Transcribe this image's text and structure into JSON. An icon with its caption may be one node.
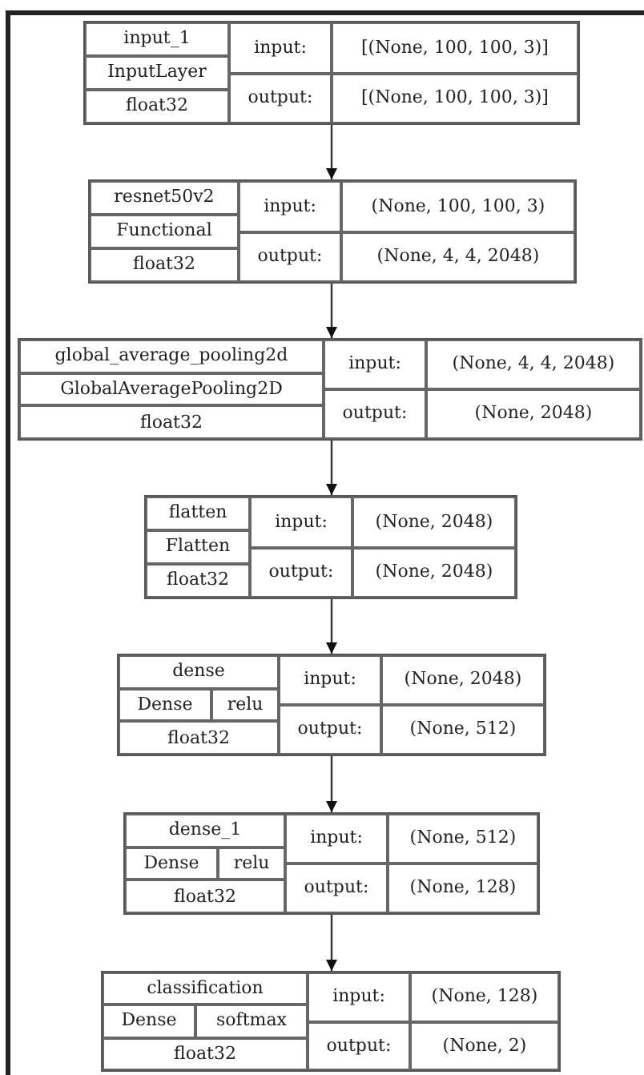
{
  "diagram": {
    "nodes": [
      {
        "text": [
          "input_1",
          "InputLayer",
          "float32",
          "input:",
          "[(None, 100, 100, 3)]",
          "output:",
          "[(None, 100, 100, 3)]"
        ]
      },
      {
        "text": [
          "resnet50v2",
          "Functional",
          "float32",
          "input:",
          "(None, 100, 100, 3)",
          "output:",
          "(None, 4, 4, 2048)"
        ]
      },
      {
        "text": [
          "global_average_pooling2d",
          "GlobalAveragePooling2D",
          "float32",
          "input:",
          "(None, 4, 4, 2048)",
          "output:",
          "(None, 2048)"
        ]
      },
      {
        "text": [
          "flatten",
          "Flatten",
          "float32",
          "input:",
          "(None, 2048)",
          "output:",
          "(None, 2048)"
        ]
      },
      {
        "text": [
          "dense",
          "Dense",
          "relu",
          "float32",
          "input:",
          "(None, 2048)",
          "output:",
          "(None, 512)"
        ]
      },
      {
        "text": [
          "dense_1",
          "Dense",
          "relu",
          "float32",
          "input:",
          "(None, 512)",
          "output:",
          "(None, 128)"
        ]
      },
      {
        "text": [
          "classification",
          "Dense",
          "softmax",
          "float32",
          "input:",
          "(None, 128)",
          "output:",
          "(None, 2)"
        ]
      }
    ],
    "edges": [
      {
        "from": 0,
        "to": 1,
        "arrow": "to"
      },
      {
        "from": 1,
        "to": 2,
        "arrow": "to"
      },
      {
        "from": 2,
        "to": 3,
        "arrow": "to"
      },
      {
        "from": 3,
        "to": 4,
        "arrow": "to"
      },
      {
        "from": 4,
        "to": 5,
        "arrow": "to"
      },
      {
        "from": 5,
        "to": 6,
        "arrow": "to"
      }
    ]
  }
}
